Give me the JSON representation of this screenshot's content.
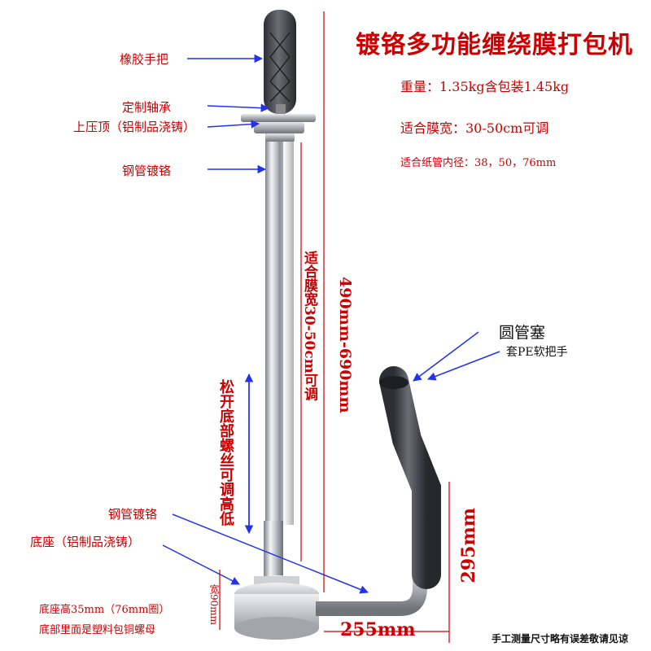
{
  "title": "镀铬多功能缠绕膜打包机",
  "specs": {
    "weight": "重量：1.35kg含包装1.45kg",
    "film_width": "适合膜宽：30-50cm可调",
    "core_diameter": "适合纸管内径：38，50，76mm"
  },
  "labels": {
    "rubber_handle": "橡胶手把",
    "bearing": "定制轴承",
    "top_cap": "上压顶（铝制品浇铸）",
    "steel_tube_top": "钢管镀铬",
    "steel_tube_bottom": "钢管镀铬",
    "base": "底座（铝制品浇铸）",
    "base_height": "底座高35mm（76mm圈）",
    "base_nut": "底部里面是塑料包铜螺母",
    "loosen_screw": "松开底部螺丝可调高低",
    "film_width_adjust": "适合膜宽30-50cm可调",
    "height_range": "490mm-690mm",
    "plug": "圆管塞",
    "pe_grip": "套PE软把手",
    "handle_height": "295mm",
    "base_width": "宽90mm",
    "handle_length": "255mm",
    "disclaimer": "手工测量尺寸略有误差敬请见谅"
  },
  "colors": {
    "label_text": "#2d3ccc",
    "dimension_red": "#cc0000",
    "arrow_blue": "#2233ee",
    "chrome": "#c4c8cc",
    "rubber": "#3a3d42"
  }
}
